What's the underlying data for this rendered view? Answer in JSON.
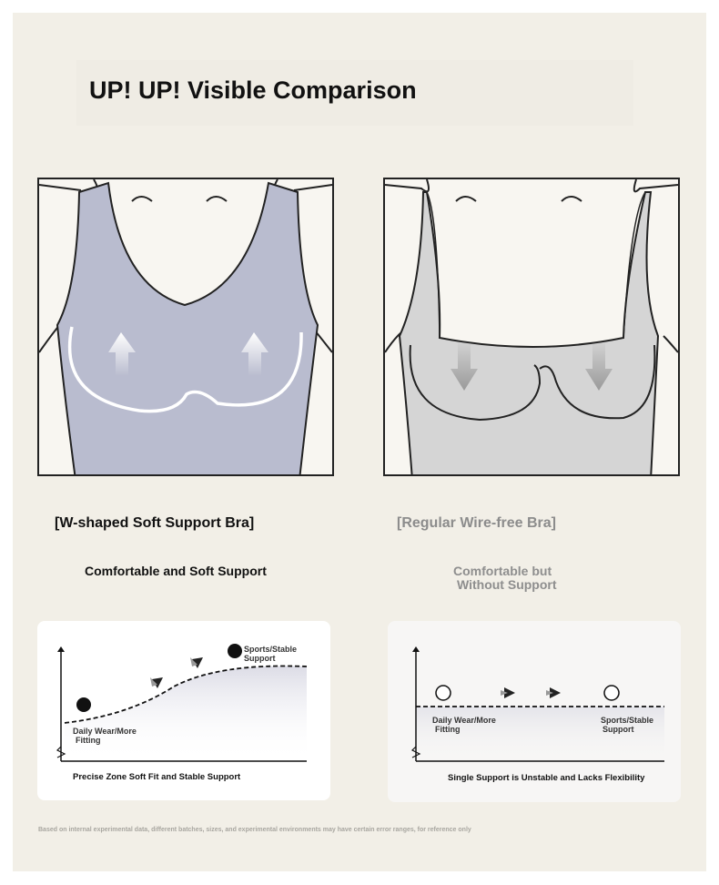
{
  "title": "UP! UP! Visible Comparison",
  "colors": {
    "background": "#f2efe7",
    "garment_left": "#b9bccf",
    "garment_right": "#d5d5d5",
    "ink": "#111111",
    "muted_text": "#8c8c8c"
  },
  "left": {
    "product": "[W-shaped Soft Support Bra]",
    "description": "Comfortable and Soft Support",
    "illustration": {
      "arrow_direction": "up",
      "garment": "w-shaped-bra-icon"
    },
    "chart": {
      "start_label_line1": "Daily Wear/More",
      "start_label_line2": "Fitting",
      "end_label_line1": "Sports/Stable",
      "end_label_line2": "Support",
      "caption": "Precise Zone Soft Fit and Stable Support",
      "curve": "rising",
      "marker_fill": "filled"
    }
  },
  "right": {
    "product": "[Regular Wire-free Bra]",
    "description_line1": "Comfortable but",
    "description_line2": "Without Support",
    "illustration": {
      "arrow_direction": "down",
      "garment": "regular-bra-icon"
    },
    "chart": {
      "start_label_line1": "Daily Wear/More",
      "start_label_line2": "Fitting",
      "end_label_line1": "Sports/Stable",
      "end_label_line2": "Support",
      "caption": "Single Support is Unstable and Lacks Flexibility",
      "curve": "flat",
      "marker_fill": "hollow"
    }
  },
  "footnote": "Based on internal experimental data, different batches, sizes, and experimental environments may have certain error ranges, for reference only"
}
